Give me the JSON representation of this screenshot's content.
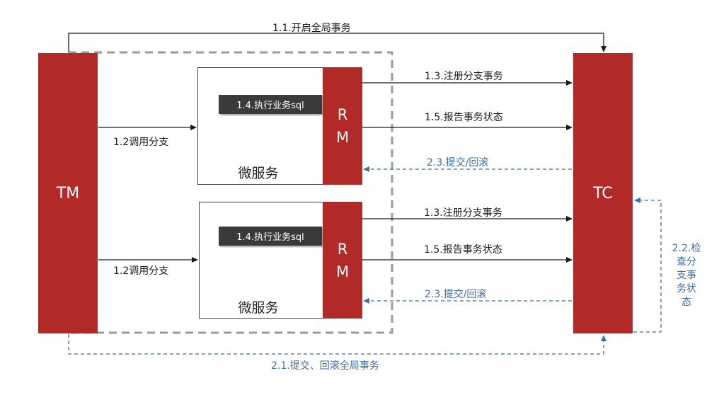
{
  "nodes": {
    "tm": "TM",
    "tc": "TC",
    "rm_top": [
      "R",
      "M"
    ],
    "rm_bottom": [
      "R",
      "M"
    ],
    "service_top": "微服务",
    "service_bottom": "微服务",
    "sql_top": "1.4.执行业务sql",
    "sql_bottom": "1.4.执行业务sql"
  },
  "edges": {
    "open_global": "1.1.开启全局事务",
    "call_branch_top": "1.2调用分支",
    "call_branch_bottom": "1.2调用分支",
    "register_top": "1.3.注册分支事务",
    "register_bottom": "1.3.注册分支事务",
    "report_top": "1.5.报告事务状态",
    "report_bottom": "1.5.报告事务状态",
    "commit_rollback_top": "2.3.提交/回滚",
    "commit_rollback_bottom": "2.3.提交/回滚",
    "commit_rollback_global": "2.1.提交、回滚全局事务",
    "check_branch_lines": [
      "2.2.检",
      "查分",
      "支事",
      "务状",
      "态"
    ]
  },
  "colors": {
    "node_red": "#b22a28",
    "sql_dark": "#3a3a3a",
    "solid_arrow": "#1a1a1a",
    "dashed_arrow": "#3d6ea8",
    "dashed_group": "#9a9a9a"
  }
}
